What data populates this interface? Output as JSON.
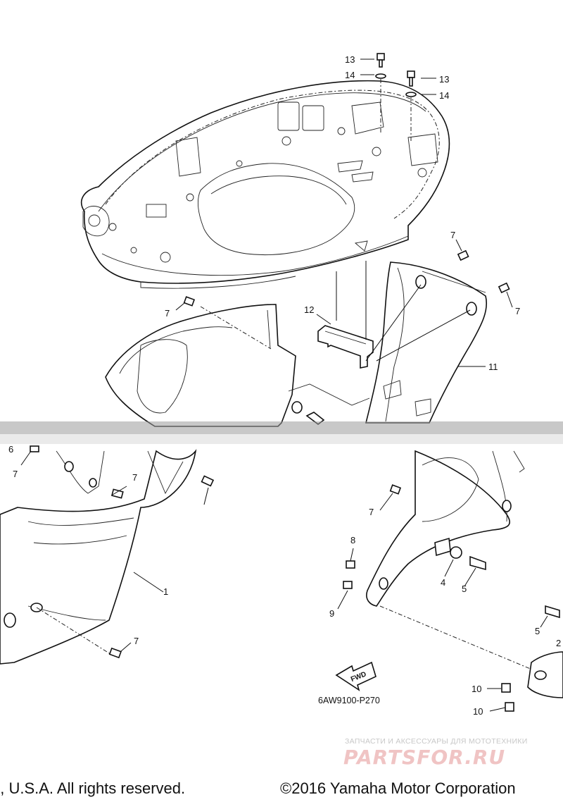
{
  "diagram": {
    "code": "6AW9100-P270",
    "fwd_label": "FWD",
    "callouts": [
      {
        "id": "c13a",
        "label": "13"
      },
      {
        "id": "c14a",
        "label": "14"
      },
      {
        "id": "c13b",
        "label": "13"
      },
      {
        "id": "c14b",
        "label": "14"
      },
      {
        "id": "c7a",
        "label": "7"
      },
      {
        "id": "c7b",
        "label": "7"
      },
      {
        "id": "c7c",
        "label": "7"
      },
      {
        "id": "c12",
        "label": "12"
      },
      {
        "id": "c11",
        "label": "11"
      },
      {
        "id": "c6",
        "label": "6"
      },
      {
        "id": "c7d",
        "label": "7"
      },
      {
        "id": "c7e",
        "label": "7"
      },
      {
        "id": "c1",
        "label": "1"
      },
      {
        "id": "c7f",
        "label": "7"
      },
      {
        "id": "c7g",
        "label": "7"
      },
      {
        "id": "c8",
        "label": "8"
      },
      {
        "id": "c9",
        "label": "9"
      },
      {
        "id": "c4",
        "label": "4"
      },
      {
        "id": "c5a",
        "label": "5"
      },
      {
        "id": "c5b",
        "label": "5"
      },
      {
        "id": "c2",
        "label": "2"
      },
      {
        "id": "c10a",
        "label": "10"
      },
      {
        "id": "c10b",
        "label": "10"
      }
    ]
  },
  "footer": {
    "left": "n, U.S.A. All rights reserved.",
    "right": "©2016 Yamaha Motor Corporation"
  },
  "watermark": {
    "tagline": "ЗАПЧАСТИ И АКСЕССУАРЫ ДЛЯ МОТОТЕХНИКИ",
    "logo": "PARTSFOR.RU"
  },
  "colors": {
    "line": "#111111",
    "watermark_logo": "#f0c4c4",
    "scan_band": "#9a9a9a"
  }
}
